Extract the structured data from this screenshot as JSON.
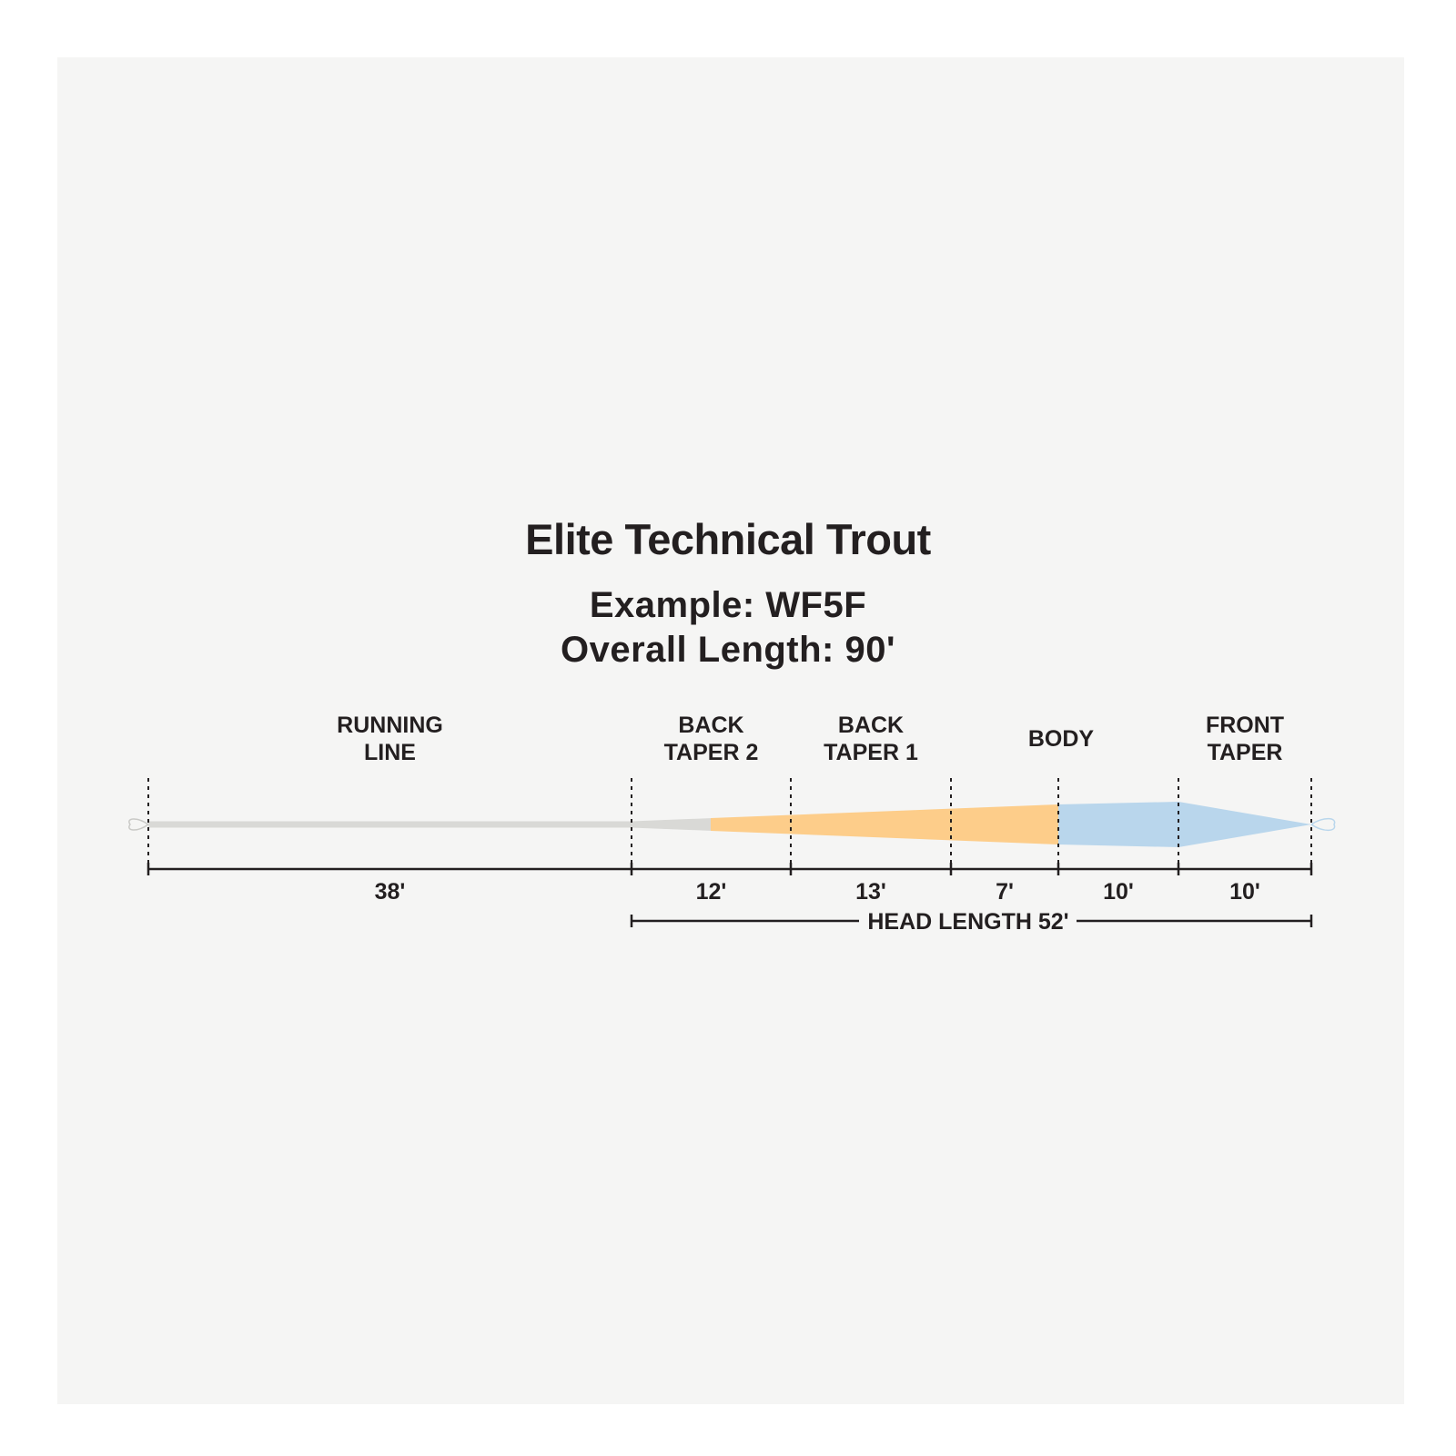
{
  "title": "Elite Technical Trout",
  "example": "Example: WF5F",
  "overall_length": "Overall Length: 90'",
  "colors": {
    "running_line": "#d9d9d6",
    "back_taper": "#fdcd8a",
    "body_front": "#b9d6ec",
    "ink": "#231f20"
  },
  "sections": [
    {
      "label_lines": [
        "RUNNING",
        "LINE"
      ],
      "length": "38'",
      "feet": 38
    },
    {
      "label_lines": [
        "BACK",
        "TAPER 2"
      ],
      "length": "12'",
      "feet": 12
    },
    {
      "label_lines": [
        "BACK",
        "TAPER 1"
      ],
      "length": "13'",
      "feet": 13
    },
    {
      "label_lines": [
        "BODY"
      ],
      "length": "7'",
      "feet": 7
    },
    {
      "label_lines": [],
      "length": "10'",
      "feet": 10
    },
    {
      "label_lines": [
        "FRONT",
        "TAPER"
      ],
      "length": "10'",
      "feet": 10
    }
  ],
  "head_length": "HEAD LENGTH 52'"
}
